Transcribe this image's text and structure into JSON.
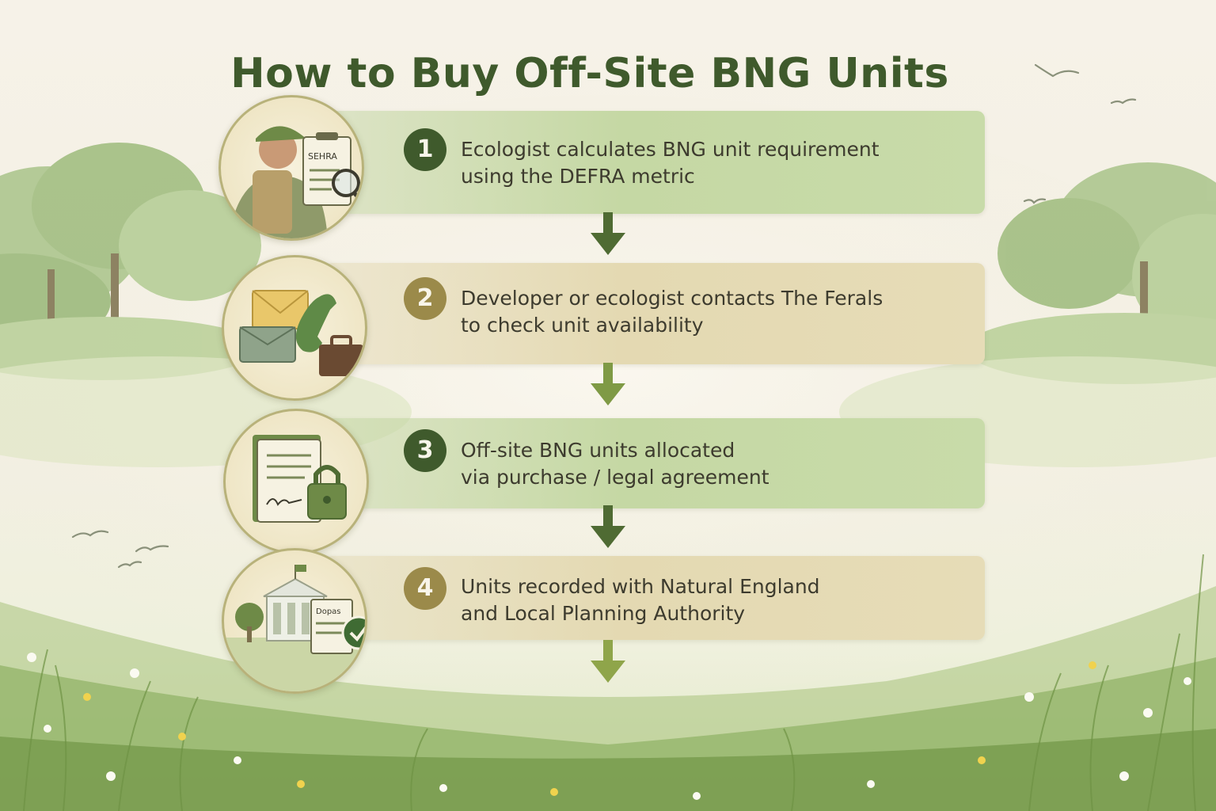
{
  "title": "How to Buy Off-Site BNG Units",
  "steps": [
    {
      "number": "1",
      "line1": "Ecologist calculates BNG unit requirement",
      "line2": "using the DEFRA metric",
      "theme": "green",
      "icon": "ecologist-with-clipboard-icon",
      "icon_text": "SEHRA"
    },
    {
      "number": "2",
      "line1": "Developer or ecologist contacts The Ferals",
      "line2": "to check unit availability",
      "theme": "tan",
      "icon": "envelope-phone-briefcase-icon"
    },
    {
      "number": "3",
      "line1": "Off-site BNG units allocated",
      "line2": "via purchase / legal agreement",
      "theme": "green",
      "icon": "legal-document-padlock-icon"
    },
    {
      "number": "4",
      "line1": "Units recorded with Natural England",
      "line2": "and Local Planning Authority",
      "theme": "tan",
      "icon": "government-building-checkmark-icon",
      "icon_text": "Dopas"
    }
  ],
  "colors": {
    "title": "#3f5a2c",
    "green_card": "#c8dba9",
    "tan_card": "#e6dcb7",
    "dark_green": "#3f5a2c",
    "olive": "#9b8a4a",
    "arrow_dark": "#4f6b33",
    "arrow_light": "#7f9a45"
  }
}
